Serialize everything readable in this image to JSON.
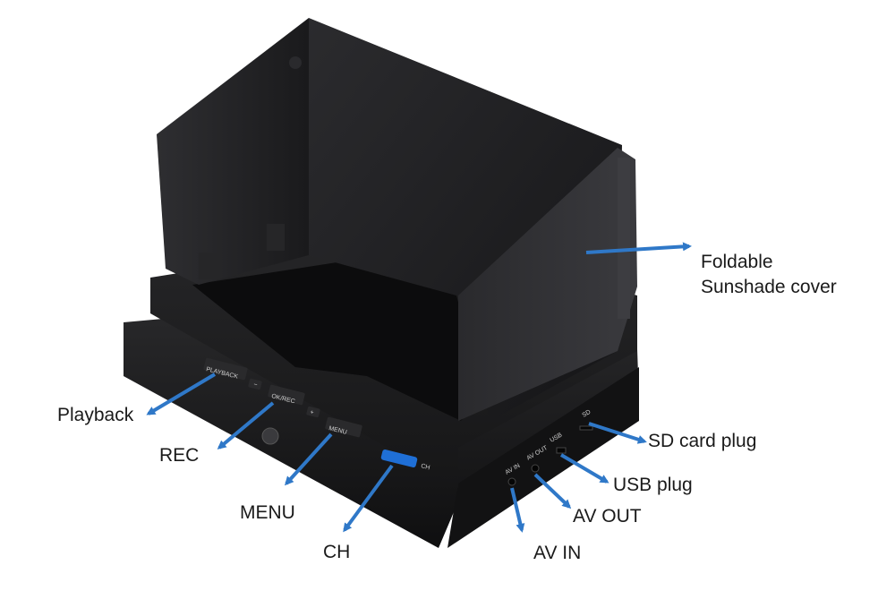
{
  "callouts": {
    "foldable": "Foldable",
    "sunshade": "Sunshade cover",
    "playback": "Playback",
    "rec": "REC",
    "menu": "MENU",
    "ch": "CH",
    "sd_card": "SD card plug",
    "usb": "USB plug",
    "av_out": "AV OUT",
    "av_in": "AV IN"
  },
  "device_labels": {
    "playback": "PLAYBACK",
    "minus": "−",
    "ok_rec": "OK/REC",
    "plus": "+",
    "menu": "MENU",
    "ch": "CH",
    "av_in": "AV IN",
    "av_out": "AV OUT",
    "usb": "USB",
    "sd": "SD"
  },
  "colors": {
    "arrow": "#2f78c8",
    "body": "#1d1d1f",
    "shade": "#202022",
    "screen": "#0c0c0d",
    "ch_button": "#1f6fd6"
  },
  "icons": [
    "arrow-icon"
  ]
}
